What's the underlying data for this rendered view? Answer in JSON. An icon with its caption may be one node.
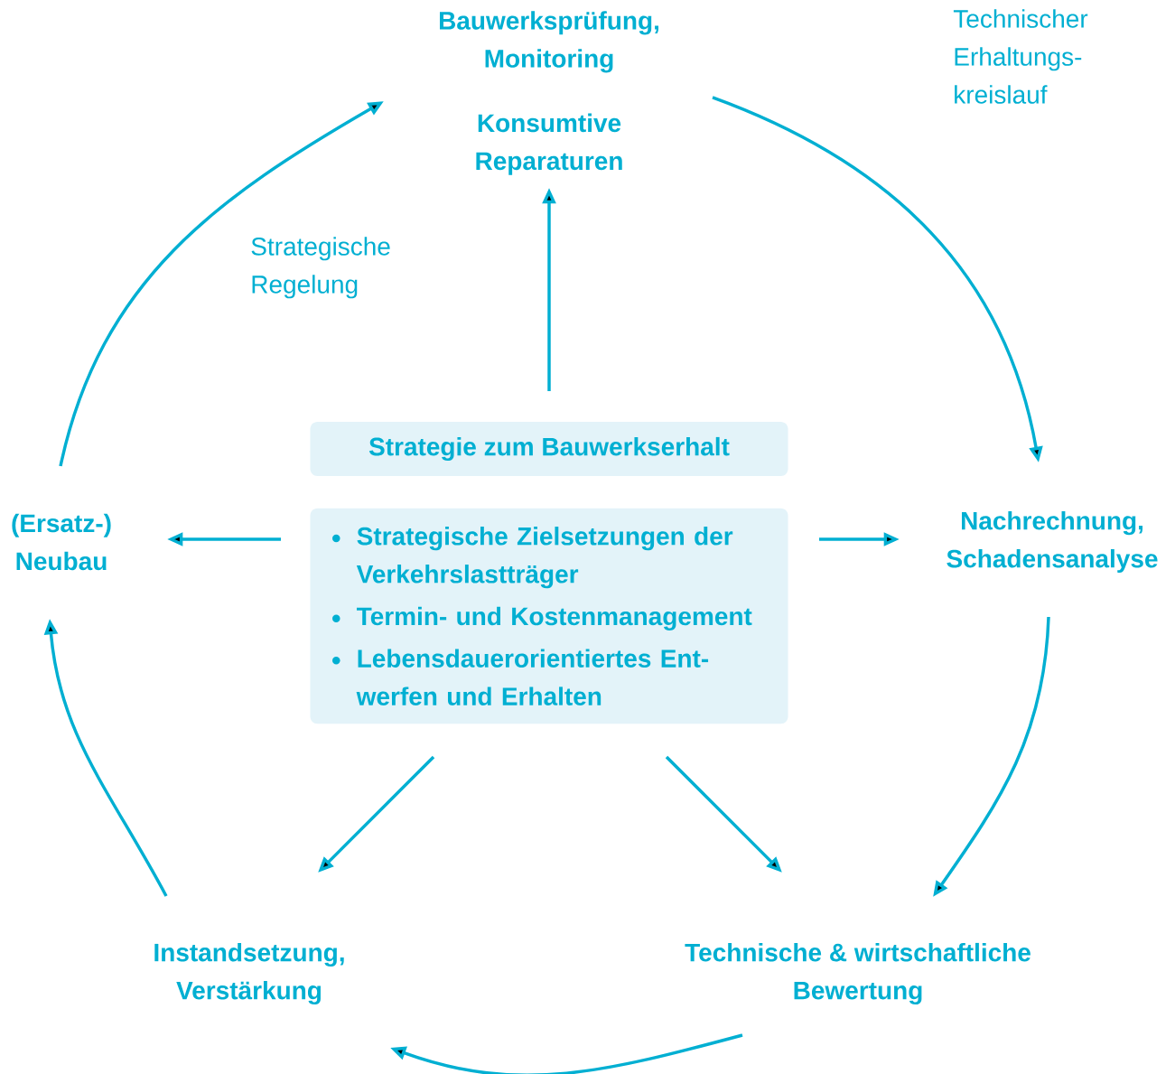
{
  "diagram": {
    "nodes": [
      {
        "text": [
          "Bauwerksprüfung, Monitoring",
          "Konsumtive Reparaturen"
        ]
      },
      {
        "text": [
          "Nachrechnung, Schadensanalyse"
        ]
      },
      {
        "text": [
          "Technische & wirtschaftliche Bewertung"
        ]
      },
      {
        "text": [
          "Instandsetzung, Verstärkung"
        ]
      },
      {
        "text": [
          "(Ersatz-) Neubau"
        ]
      },
      {
        "text": [
          "Strategie zum Bauwerkserhalt"
        ]
      },
      {
        "text": [
          "Strategische Zielsetzungen der Verkehrslastträger",
          "Termin- und Kostenmanagement",
          "Lebensdauerorientiertes Ent- werfen und Erhalten"
        ]
      }
    ],
    "edges": [
      {
        "from": 4,
        "to": 0,
        "arrow": "to"
      },
      {
        "from": 0,
        "to": 1,
        "arrow": "to"
      },
      {
        "from": 1,
        "to": 2,
        "arrow": "to"
      },
      {
        "from": 2,
        "to": 3,
        "arrow": "to"
      },
      {
        "from": 3,
        "to": 4,
        "arrow": "to"
      },
      {
        "from": 5,
        "to": 0,
        "arrow": "to"
      },
      {
        "from": 6,
        "to": 4,
        "arrow": "to"
      },
      {
        "from": 6,
        "to": 1,
        "arrow": "to"
      },
      {
        "from": 6,
        "to": 3,
        "arrow": "to"
      },
      {
        "from": 6,
        "to": 2,
        "arrow": "to"
      }
    ],
    "labels": [
      "Technischer Erhaltungs- kreislauf",
      "Strategische Regelung"
    ]
  }
}
